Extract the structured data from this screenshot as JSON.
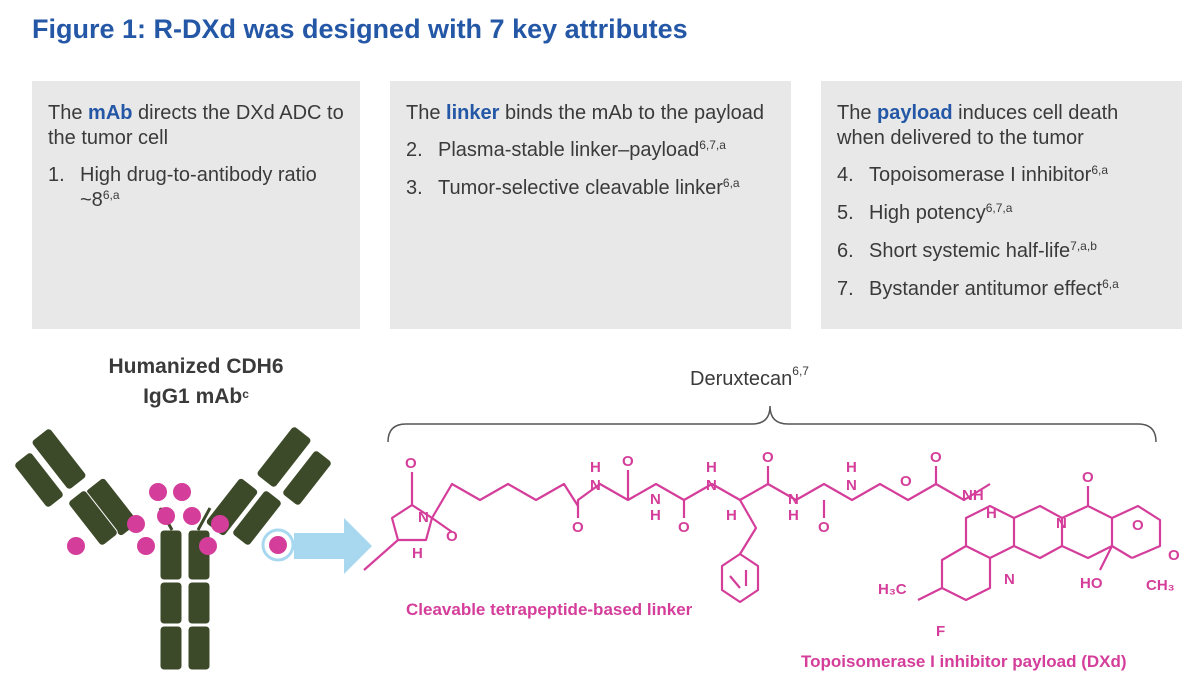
{
  "title": "Figure 1: R-DXd was designed with 7 key attributes",
  "colors": {
    "title": "#2457a6",
    "accent": "#2457a6",
    "magenta": "#d43e9a",
    "antibody": "#3d4a2a",
    "arrow": "#a7d8f0",
    "box": "#e8e8e8"
  },
  "boxes": {
    "mab": {
      "intro_pre": "The ",
      "keyword": "mAb",
      "intro_post": " directs the DXd ADC to the tumor cell",
      "items": [
        {
          "num": "1.",
          "text": "High drug-to-antibody ratio ~8",
          "sup": "6,a"
        }
      ]
    },
    "linker": {
      "intro_pre": "The ",
      "keyword": "linker",
      "intro_post": " binds the mAb to the payload",
      "items": [
        {
          "num": "2.",
          "text": "Plasma-stable linker–payload",
          "sup": "6,7,a"
        },
        {
          "num": "3.",
          "text": "Tumor-selective cleavable linker",
          "sup": "6,a"
        }
      ]
    },
    "payload": {
      "intro_pre": "The ",
      "keyword": "payload",
      "intro_post": " induces cell death when delivered to the tumor",
      "items": [
        {
          "num": "4.",
          "text": "Topoisomerase I inhibitor",
          "sup": "6,a"
        },
        {
          "num": "5.",
          "text": "High potency",
          "sup": "6,7,a"
        },
        {
          "num": "6.",
          "text": "Short systemic half-life",
          "sup": "7,a,b"
        },
        {
          "num": "7.",
          "text": "Bystander antitumor effect",
          "sup": "6,a"
        }
      ]
    }
  },
  "antibody": {
    "line1": "Humanized CDH6",
    "line2": "IgG1 mAb",
    "sup": "c"
  },
  "deruxtecan": {
    "label": "Deruxtecan",
    "sup": "6,7"
  },
  "captions": {
    "linker": "Cleavable tetrapeptide-based linker",
    "payload": "Topoisomerase I inhibitor payload (DXd)"
  },
  "atoms": {
    "O": "O",
    "N": "N",
    "H": "H",
    "NH": "NH",
    "F": "F",
    "H3C": "H₃C",
    "HO": "HO",
    "CH3": "CH₃"
  }
}
